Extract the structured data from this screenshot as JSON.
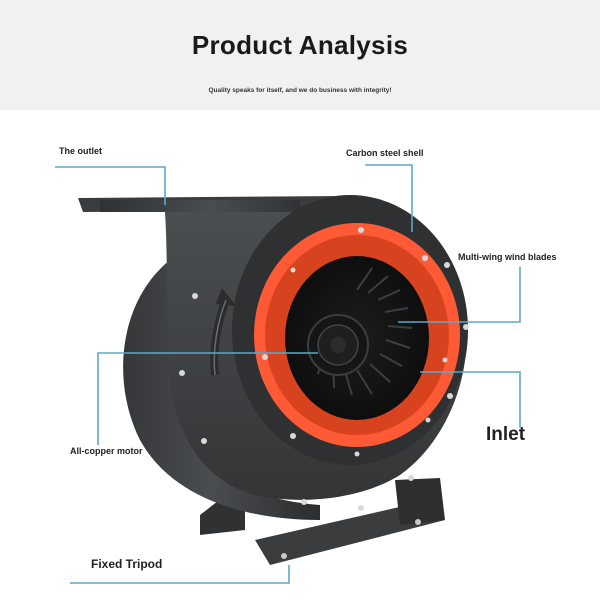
{
  "header": {
    "title": "Product Analysis",
    "subtitle": "Quality speaks for itself, and we do business with integrity!"
  },
  "callouts": {
    "outlet": "The outlet",
    "shell": "Carbon steel shell",
    "blades": "Multi-wing wind blades",
    "motor": "All-copper motor",
    "inlet": "Inlet",
    "tripod": "Fixed Tripod"
  },
  "colors": {
    "banner": "#f1f1f1",
    "callout_line": "#5fa8c8",
    "shell_dark": "#3d3f41",
    "shell_mid": "#55585b",
    "inlet_ring": "#ff5a36",
    "inlet_ring_dark": "#d8431f"
  },
  "icons": [
    "arrow-up-icon"
  ]
}
